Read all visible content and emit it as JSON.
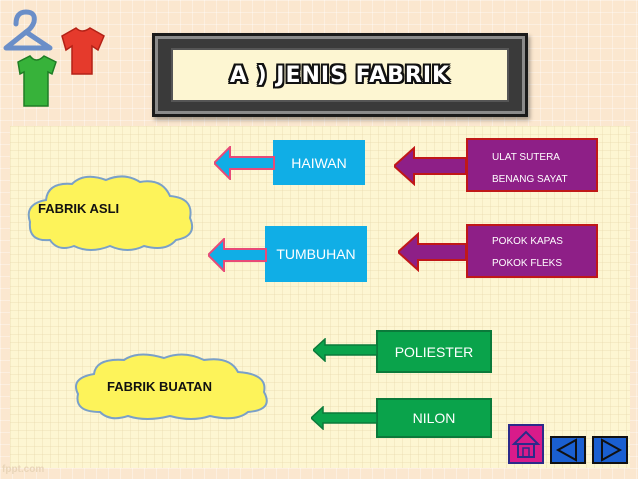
{
  "title": "A ) JENIS FABRIK",
  "clouds": {
    "asli": "FABRIK ASLI",
    "buatan": "FABRIK BUATAN"
  },
  "categories": {
    "haiwan": "HAIWAN",
    "tumbuhan": "TUMBUHAN",
    "poliester": "POLIESTER",
    "nilon": "NILON"
  },
  "sources": {
    "haiwan": [
      "ULAT SUTERA",
      "BENANG SAYAT"
    ],
    "tumbuhan": [
      "POKOK KAPAS",
      "POKOK FLEKS"
    ]
  },
  "footer": {
    "watermark": "fppt.com"
  },
  "colors": {
    "blue": "#10aee6",
    "green": "#0aa34b",
    "purple": "#8e1f87",
    "cloud": "#fdf35a",
    "nav_blue": "#1a5fd0",
    "home_magenta": "#d81b8a"
  },
  "nav": {
    "home_icon": "home-icon",
    "prev_icon": "triangle-left-icon",
    "next_icon": "triangle-right-icon"
  }
}
